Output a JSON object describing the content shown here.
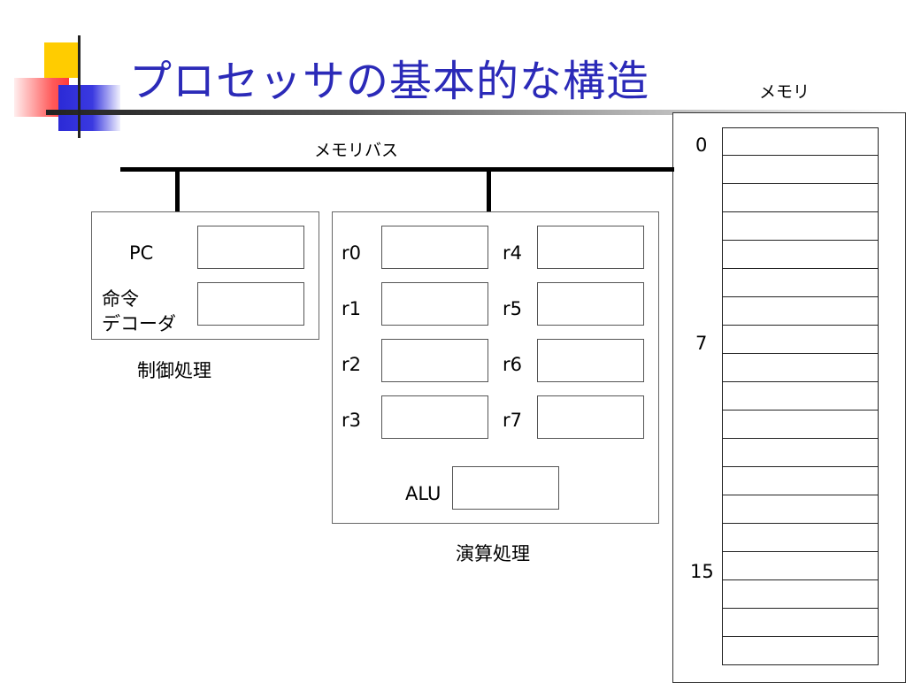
{
  "title": "プロセッサの基本的な構造",
  "memory_label": "メモリ",
  "bus_label": "メモリバス",
  "control": {
    "pc_label": "PC",
    "decoder_label_line1": "命令",
    "decoder_label_line2": "デコーダ",
    "caption": "制御処理"
  },
  "alu_unit": {
    "registers": [
      "r0",
      "r1",
      "r2",
      "r3",
      "r4",
      "r5",
      "r6",
      "r7"
    ],
    "alu_label": "ALU",
    "caption": "演算処理"
  },
  "memory": {
    "address_labels": [
      "0",
      "7",
      "15"
    ],
    "cell_count": 19
  }
}
